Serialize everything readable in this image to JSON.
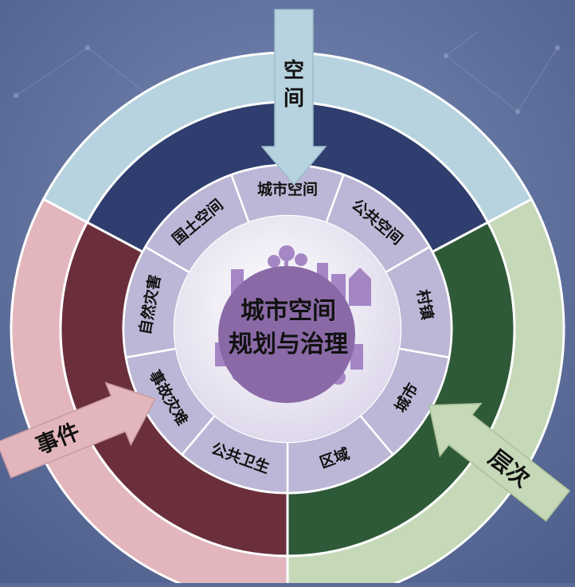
{
  "center_title": [
    "城市空间",
    "规划与治理"
  ],
  "dimensions": {
    "space": {
      "label": "空间",
      "color": "#b6d3df"
    },
    "level": {
      "label": "层次",
      "color": "#c5d8b8"
    },
    "event": {
      "label": "事件",
      "color": "#e2b6bc"
    }
  },
  "inner_ring": {
    "color": "#bcb7d6",
    "items": [
      "城市空间",
      "公共空间",
      "村镇",
      "城市",
      "区域",
      "公共卫生",
      "事故灾难",
      "自然灾害",
      "国土空间"
    ]
  },
  "colors": {
    "background": "#5b6c98",
    "space_dark": "#2f3e6e",
    "level_dark": "#2f5a38",
    "event_dark": "#6b2f3c",
    "center": "#8a6aa6"
  }
}
